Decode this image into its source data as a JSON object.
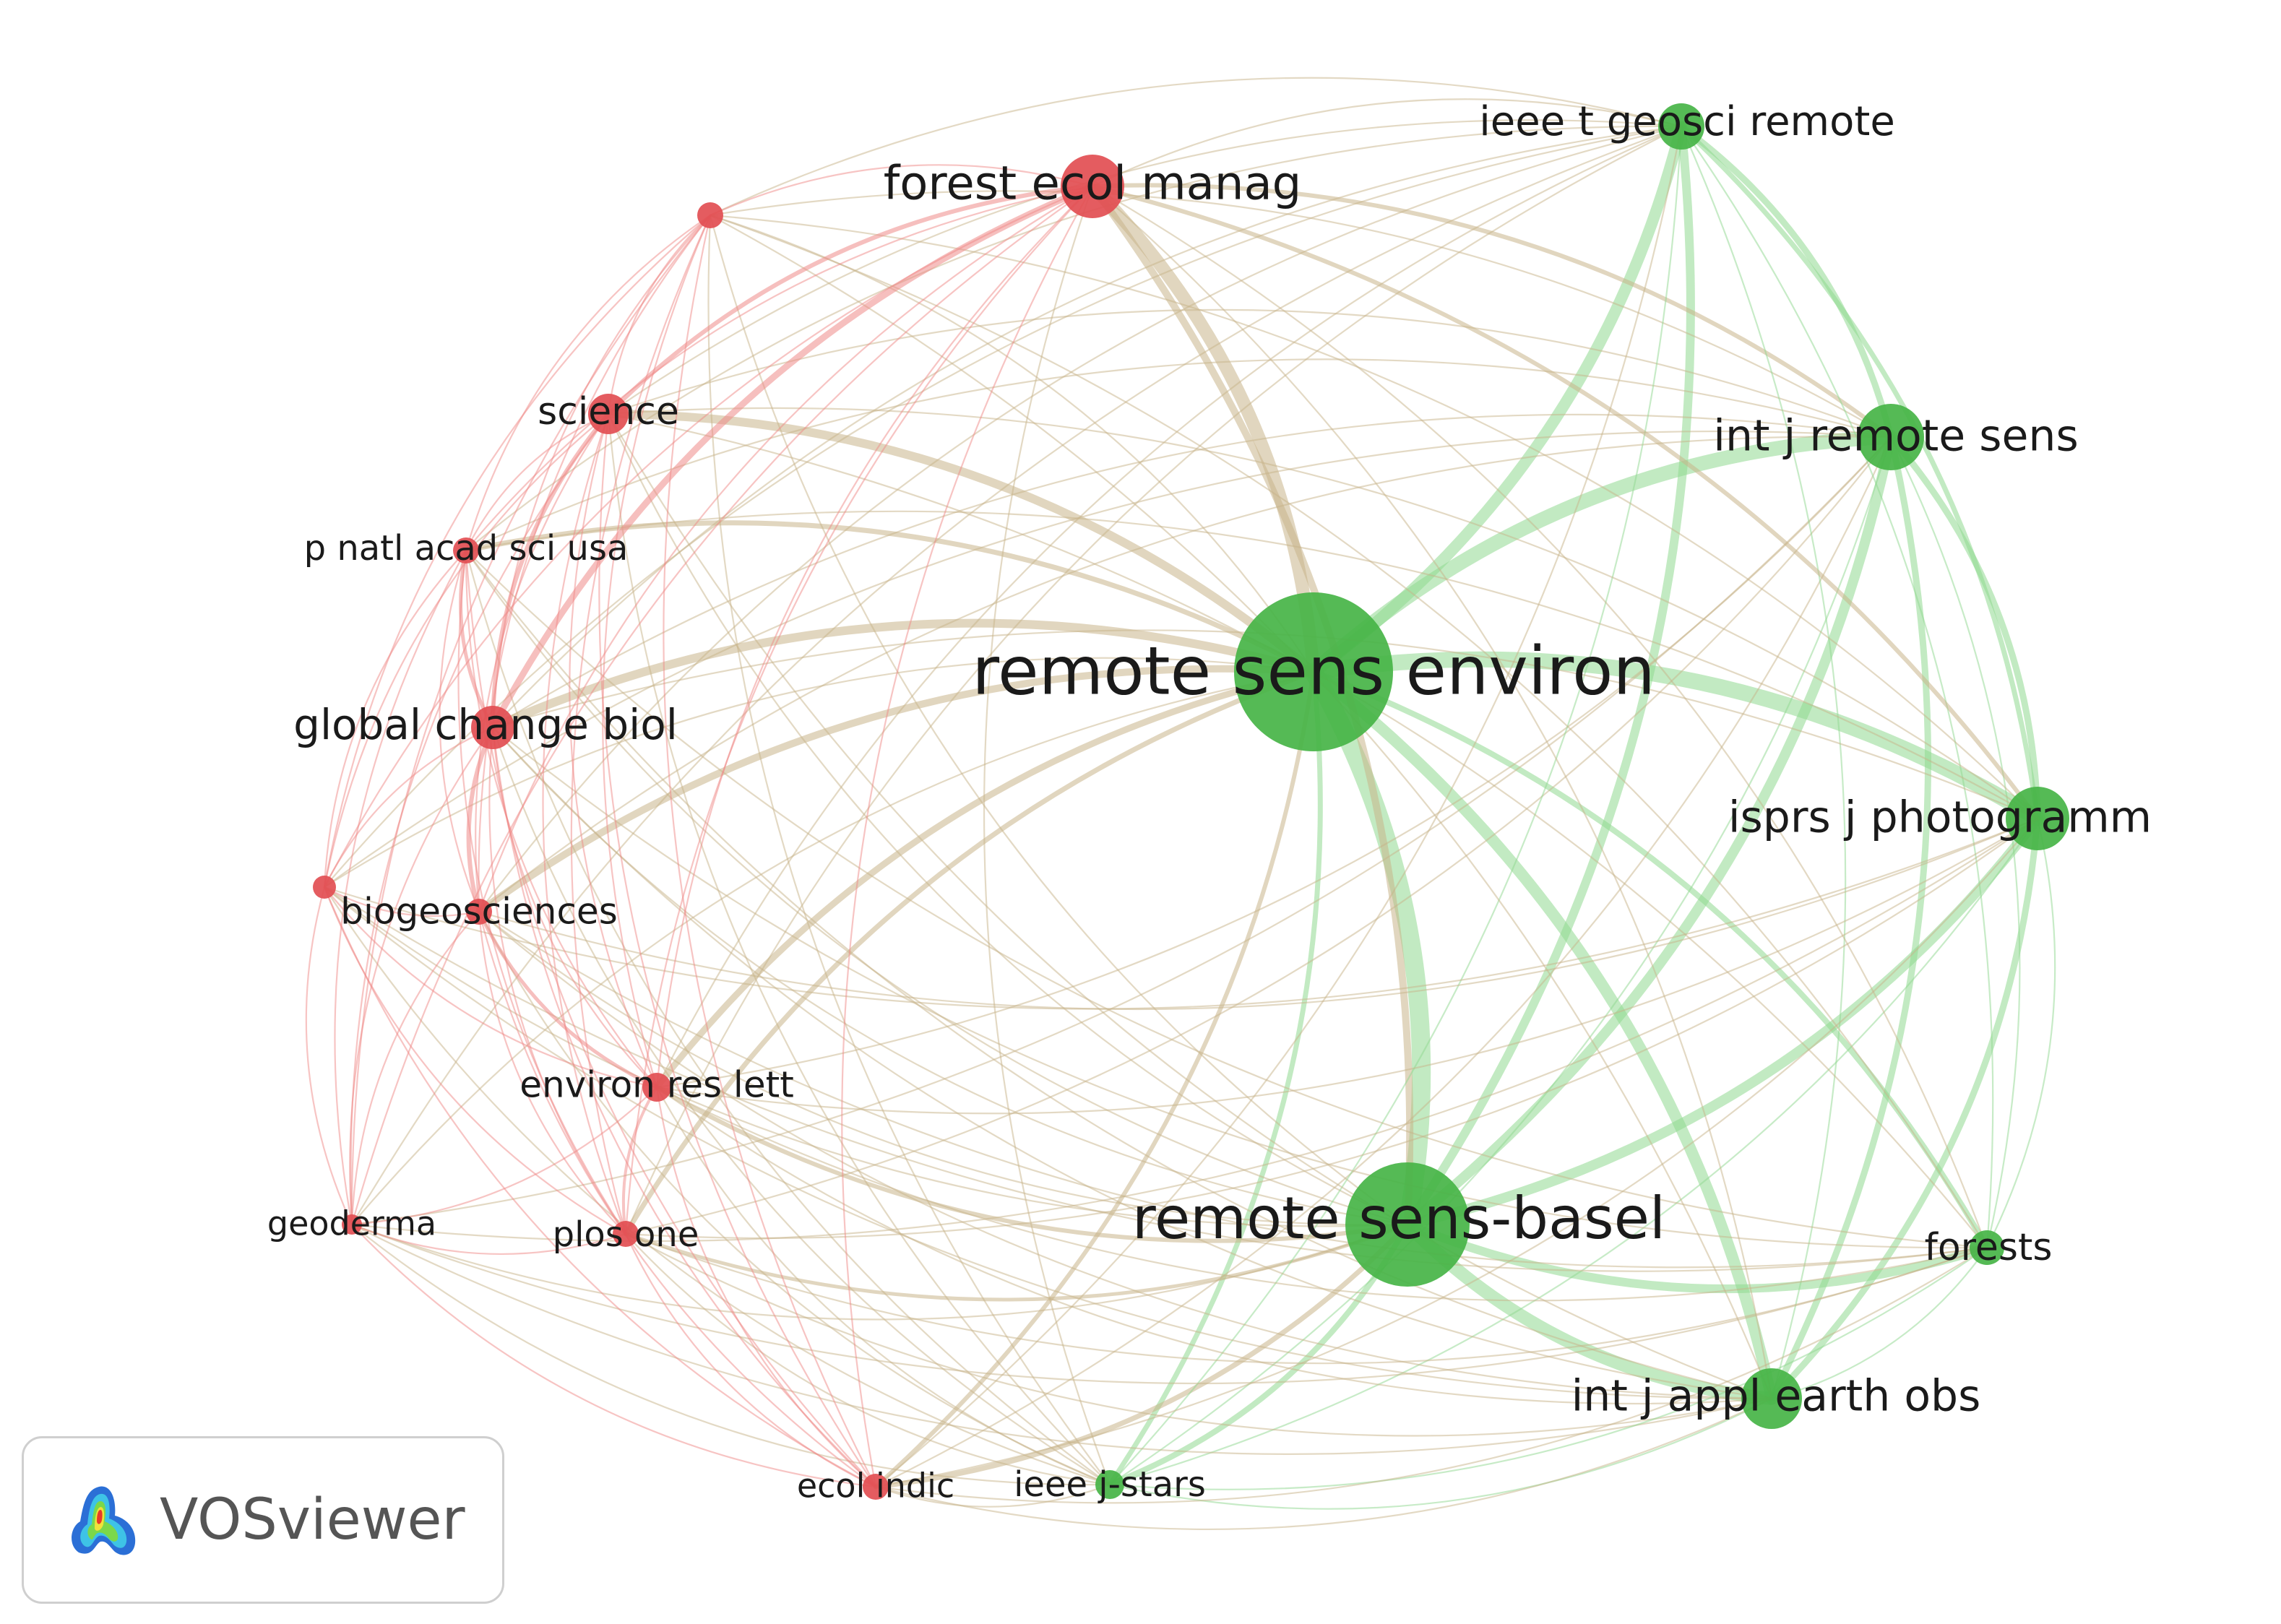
{
  "colors": {
    "red_cluster": "#e24e52",
    "green_cluster": "#46b446",
    "red_edge": "#ef8a88",
    "green_edge": "#8fd88f",
    "mixed_edge": "#c8b48a"
  },
  "brand": {
    "name": "VOSviewer",
    "logo_icon": "vosviewer-heatmap-logo-icon"
  },
  "nodes": [
    {
      "id": "rse",
      "label": "remote sens environ",
      "cluster": "green"
    },
    {
      "id": "rsb",
      "label": "remote sens-basel",
      "cluster": "green"
    },
    {
      "id": "ijrs",
      "label": "int j remote sens",
      "cluster": "green"
    },
    {
      "id": "tgrs",
      "label": "ieee t geosci remote",
      "cluster": "green"
    },
    {
      "id": "isprs",
      "label": "isprs j photogramm",
      "cluster": "green"
    },
    {
      "id": "ijaeo",
      "label": "int j appl earth obs",
      "cluster": "green"
    },
    {
      "id": "for",
      "label": "forests",
      "cluster": "green"
    },
    {
      "id": "jst",
      "label": "ieee j-stars",
      "cluster": "green"
    },
    {
      "id": "fem",
      "label": "forest ecol manag",
      "cluster": "red"
    },
    {
      "id": "sci",
      "label": "science",
      "cluster": "red"
    },
    {
      "id": "pnas",
      "label": "p natl acad sci usa",
      "cluster": "red"
    },
    {
      "id": "gcb",
      "label": "global change biol",
      "cluster": "red"
    },
    {
      "id": "bg",
      "label": "biogeosciences",
      "cluster": "red"
    },
    {
      "id": "erl",
      "label": "environ res lett",
      "cluster": "red"
    },
    {
      "id": "plos",
      "label": "plos one",
      "cluster": "red"
    },
    {
      "id": "geo",
      "label": "geoderma",
      "cluster": "red"
    },
    {
      "id": "ei",
      "label": "ecol indic",
      "cluster": "red"
    },
    {
      "id": "nat",
      "label": "",
      "cluster": "red"
    },
    {
      "id": "u2",
      "label": "",
      "cluster": "red"
    }
  ]
}
